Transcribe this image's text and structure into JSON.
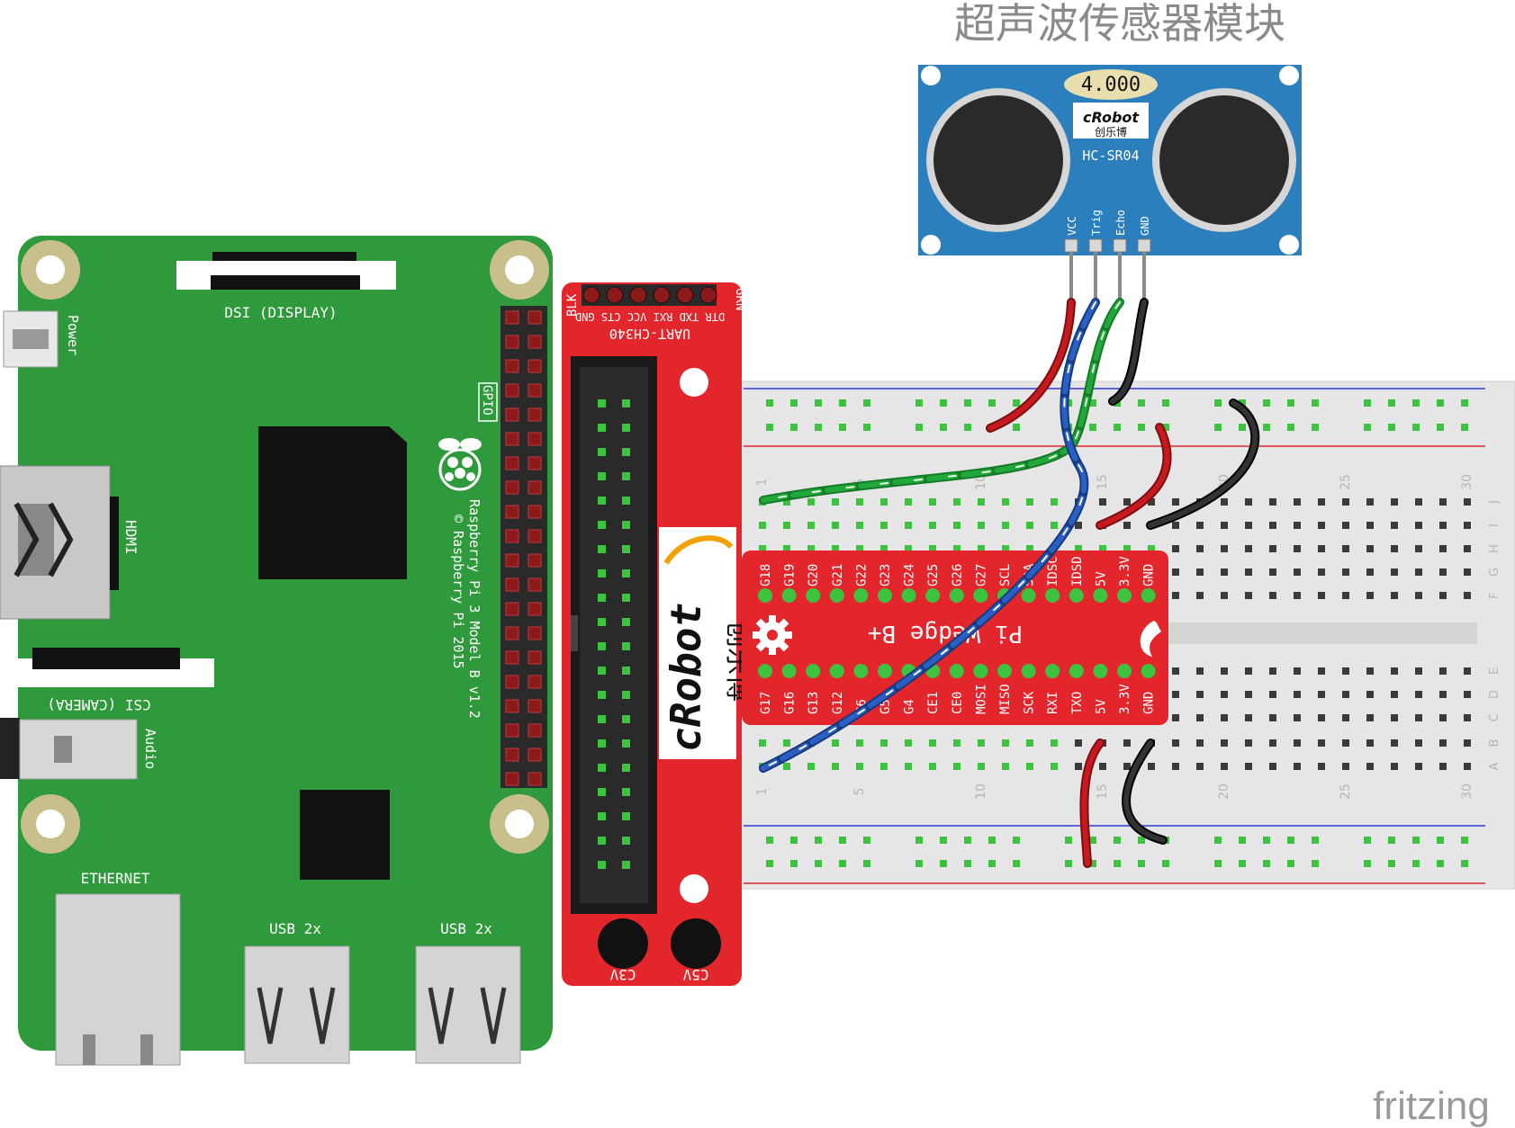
{
  "caption": "超声波传感器模块",
  "watermark": "fritzing",
  "colors": {
    "pi_green": "#2f9a3c",
    "pi_dark_green": "#1f7a2c",
    "crobot_red": "#e2262b",
    "sensor_blue": "#2b7fbd",
    "breadboard": "#e6e6e6",
    "wire_red": "#c8191f",
    "wire_black": "#222222",
    "wire_blue": "#2a5fc4",
    "wire_green": "#22a83a",
    "hole_green": "#3cc440"
  },
  "raspberry_pi": {
    "dsi_label": "DSI (DISPLAY)",
    "power_label": "Power",
    "hdmi_label": "HDMI",
    "gpio_label": "GPIO",
    "model_line1": "Raspberry Pi 3 Model B v1.2",
    "model_line2": "© Raspberry Pi 2015",
    "csi_label": "CSI (CAMERA)",
    "audio_label": "Audio",
    "ethernet_label": "ETHERNET",
    "usb1_label": "USB 2x",
    "usb2_label": "USB 2x"
  },
  "uart_board": {
    "top_left_label": "BLK",
    "top_right_label": "GRN",
    "pin_labels": "DTR TXD RXI VCC CTS GND",
    "chip_label": "UART-CH340",
    "brand": "cRobot",
    "brand_cn": "创乐博",
    "left_jumper": "C3V",
    "right_jumper": "C5V"
  },
  "pi_wedge": {
    "title": "Pi Wedge B+",
    "top_pins": [
      "G18",
      "G19",
      "G20",
      "G21",
      "G22",
      "G23",
      "G24",
      "G25",
      "G26",
      "G27",
      "SCL",
      "SDA",
      "IDSC",
      "IDSD",
      "5V",
      "3.3V",
      "GND"
    ],
    "bottom_pins": [
      "G17",
      "G16",
      "G13",
      "G12",
      "G6",
      "G5",
      "G4",
      "CE1",
      "CE0",
      "MOSI",
      "MISO",
      "SCK",
      "RXI",
      "TXO",
      "5V",
      "3.3V",
      "GND"
    ]
  },
  "sensor": {
    "display": "4.000",
    "brand": "cRobot",
    "brand_cn": "创乐博",
    "model": "HC-SR04",
    "pins": [
      "VCC",
      "Trig",
      "Echo",
      "GND"
    ]
  },
  "breadboard": {
    "column_numbers": [
      "1",
      "5",
      "10",
      "15",
      "20",
      "25",
      "30"
    ],
    "top_row_letters": [
      "J",
      "I",
      "H",
      "G",
      "F"
    ],
    "bottom_row_letters": [
      "E",
      "D",
      "C",
      "B",
      "A"
    ]
  }
}
